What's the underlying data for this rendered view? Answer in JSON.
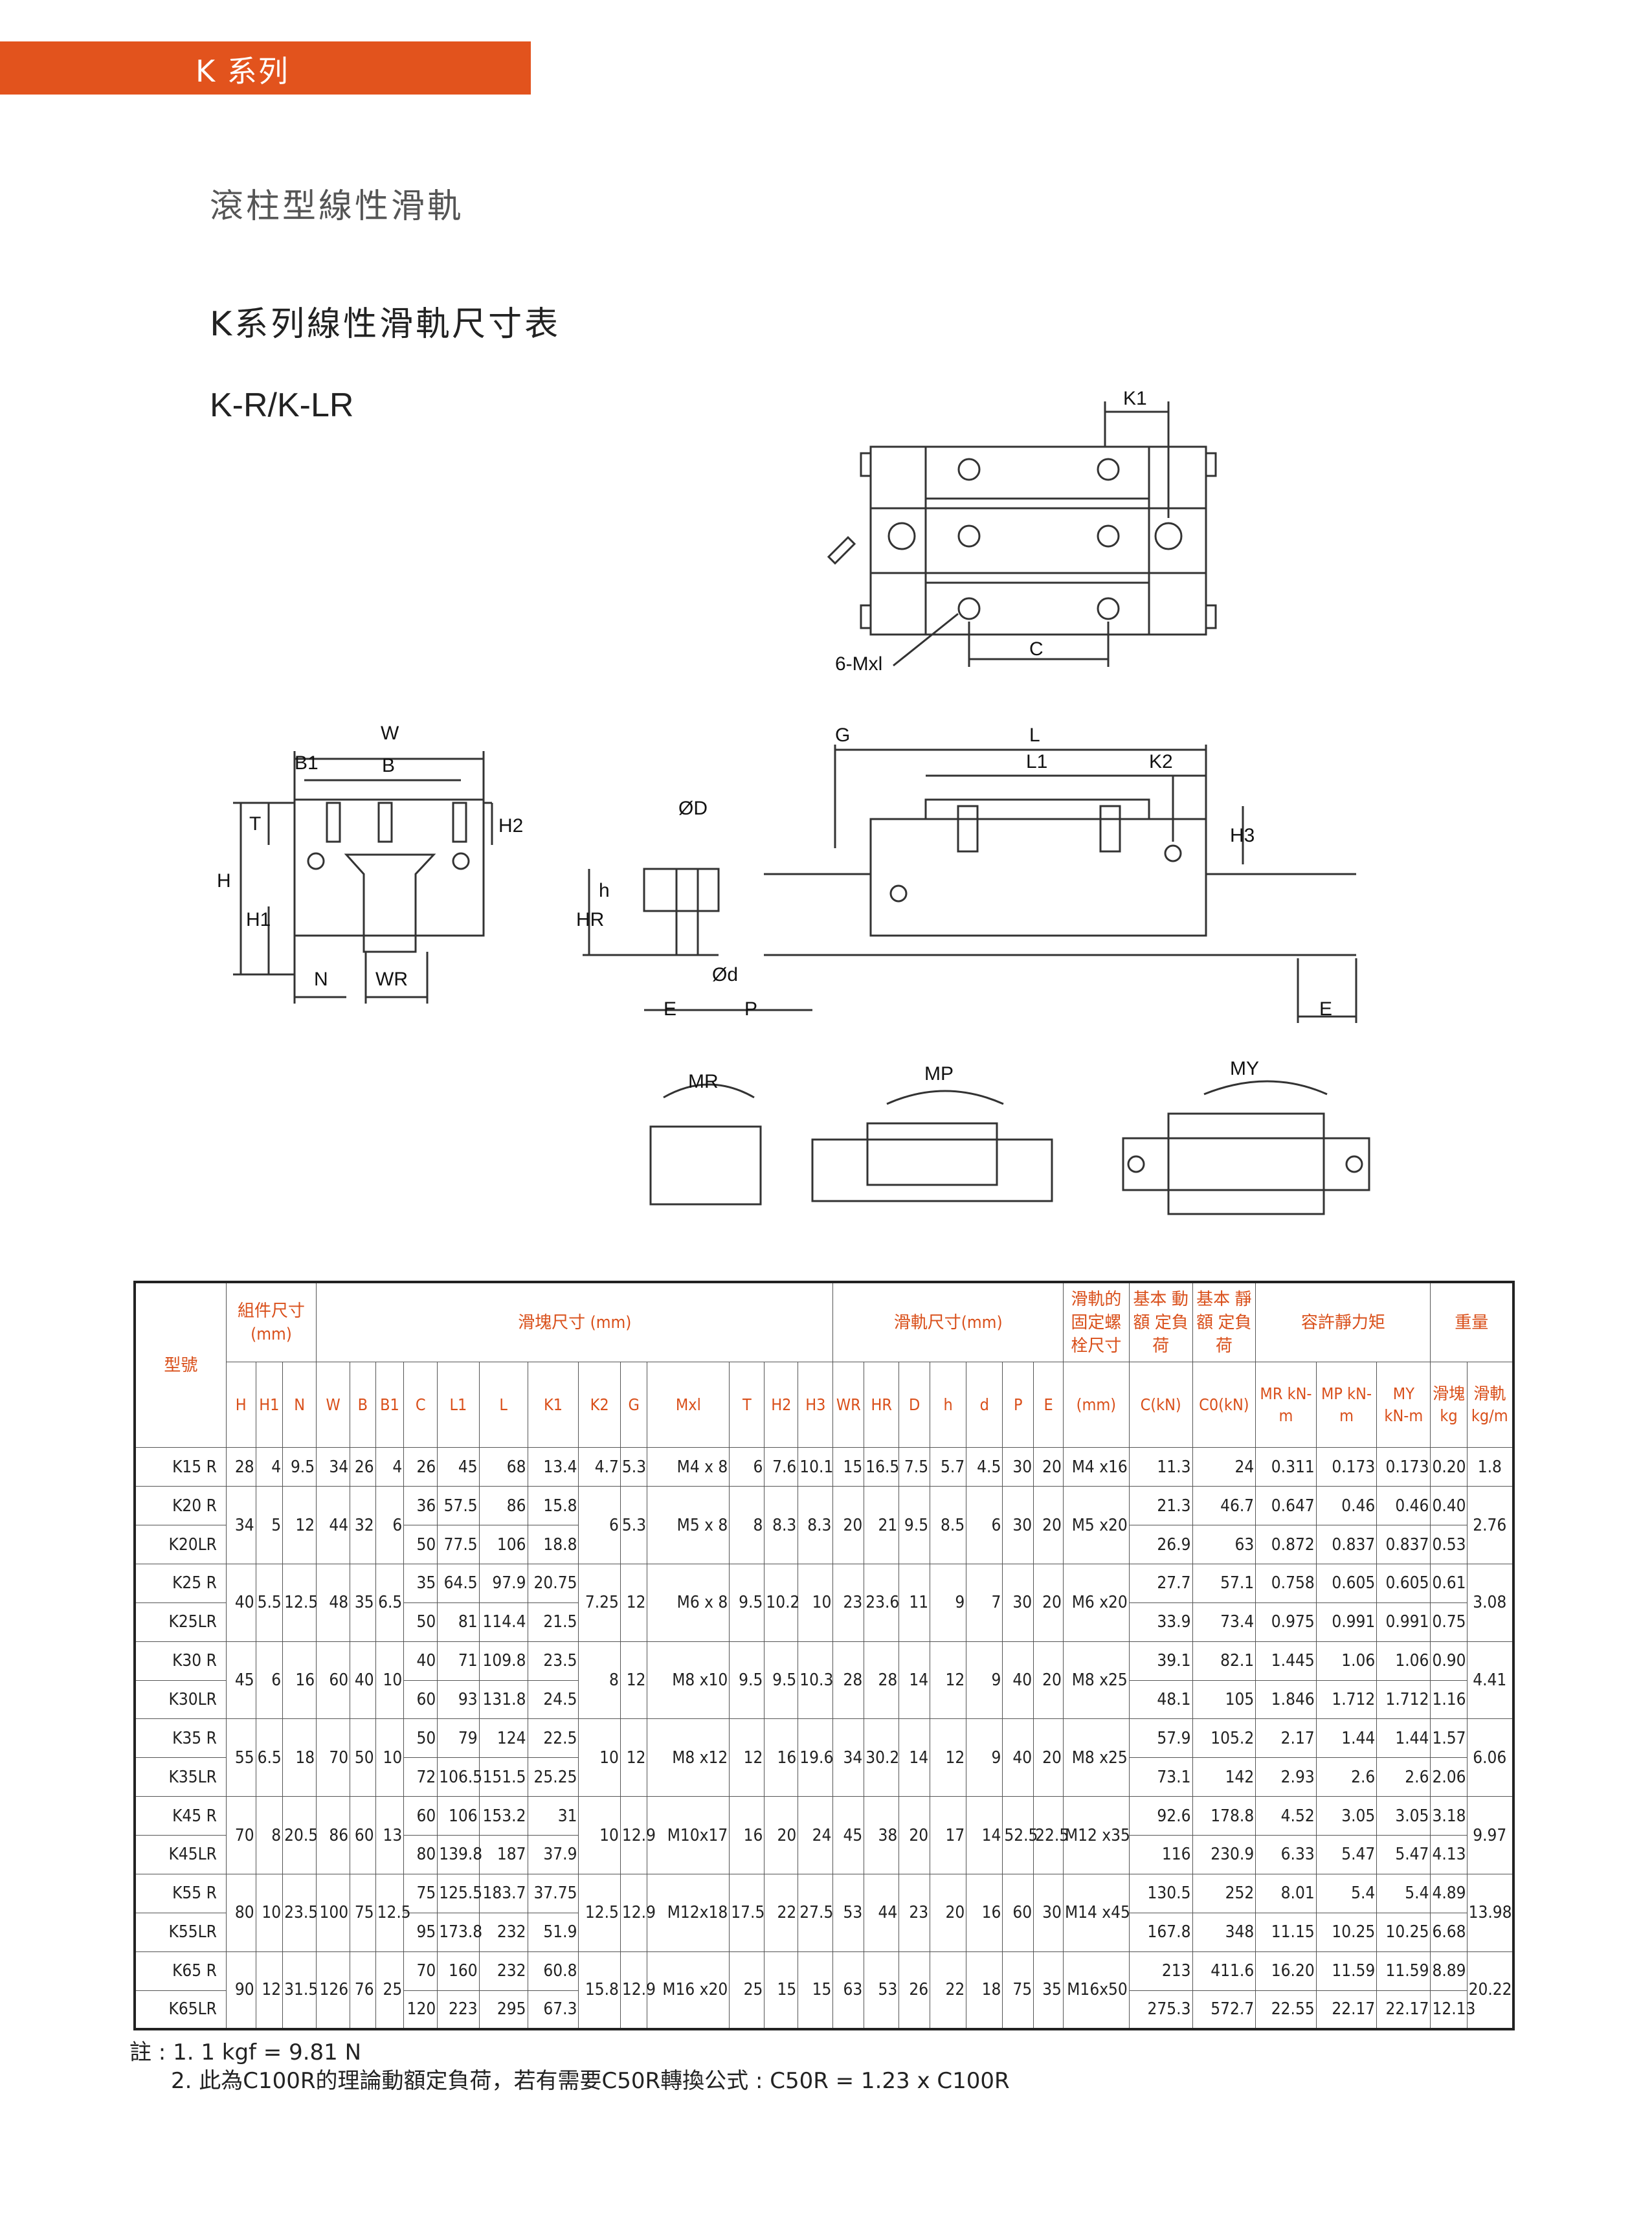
{
  "header": {
    "series_tag": "K 系列"
  },
  "subtitle_category": "滾柱型線性滑軌",
  "table_title": "K系列線性滑軌尺寸表",
  "model_code": "K-R/K-LR",
  "drawing_labels": {
    "k1": "K1",
    "six_mxl": "6-Mxl",
    "c": "C",
    "w": "W",
    "b1": "B1",
    "b": "B",
    "t": "T",
    "h2": "H2",
    "h": "H",
    "h1": "H1",
    "n": "N",
    "wr": "WR",
    "od": "ØD",
    "small_h": "h",
    "hr": "HR",
    "od_small": "Ød",
    "e": "E",
    "p": "P",
    "g": "G",
    "l": "L",
    "l1": "L1",
    "k2": "K2",
    "h3": "H3",
    "e_right": "E",
    "mr": "MR",
    "mp": "MP",
    "my": "MY"
  },
  "table": {
    "group_headers": {
      "model": "型號",
      "assembly": "組件尺寸 (mm)",
      "block": "滑塊尺寸 (mm)",
      "rail": "滑軌尺寸(mm)",
      "bolt": "滑軌的 固定螺 栓尺寸",
      "dynamic": "基本 動額 定負荷",
      "static": "基本 靜額 定負荷",
      "moment": "容許靜力矩",
      "weight": "重量"
    },
    "columns": [
      "H",
      "H1",
      "N",
      "W",
      "B",
      "B1",
      "C",
      "L1",
      "L",
      "K1",
      "K2",
      "G",
      "Mxl",
      "T",
      "H2",
      "H3",
      "WR",
      "HR",
      "D",
      "h",
      "d",
      "P",
      "E",
      "(mm)",
      "C(kN)",
      "C0(kN)",
      "MR kN-m",
      "MP kN-m",
      "MY kN-m",
      "滑塊 kg",
      "滑軌 kg/m"
    ],
    "rows": [
      {
        "pair": [
          "K15 R"
        ],
        "shared": [
          "28",
          "4",
          "9.5",
          "34",
          "26",
          "4"
        ],
        "block": [
          [
            "26",
            "45",
            "68",
            "13.4"
          ]
        ],
        "common": [
          "4.7",
          "5.3",
          "M4 x 8",
          "6",
          "7.6",
          "10.1",
          "15",
          "16.5",
          "7.5",
          "5.7",
          "4.5",
          "30",
          "20",
          "M4 x16"
        ],
        "load": [
          [
            "11.3",
            "24",
            "0.311",
            "0.173",
            "0.173",
            "0.20"
          ]
        ],
        "rail_kg": "1.8"
      },
      {
        "pair": [
          "K20 R",
          "K20LR"
        ],
        "shared": [
          "34",
          "5",
          "12",
          "44",
          "32",
          "6"
        ],
        "block": [
          [
            "36",
            "57.5",
            "86",
            "15.8"
          ],
          [
            "50",
            "77.5",
            "106",
            "18.8"
          ]
        ],
        "common": [
          "6",
          "5.3",
          "M5 x 8",
          "8",
          "8.3",
          "8.3",
          "20",
          "21",
          "9.5",
          "8.5",
          "6",
          "30",
          "20",
          "M5 x20"
        ],
        "load": [
          [
            "21.3",
            "46.7",
            "0.647",
            "0.46",
            "0.46",
            "0.40"
          ],
          [
            "26.9",
            "63",
            "0.872",
            "0.837",
            "0.837",
            "0.53"
          ]
        ],
        "rail_kg": "2.76"
      },
      {
        "pair": [
          "K25 R",
          "K25LR"
        ],
        "shared": [
          "40",
          "5.5",
          "12.5",
          "48",
          "35",
          "6.5"
        ],
        "block": [
          [
            "35",
            "64.5",
            "97.9",
            "20.75"
          ],
          [
            "50",
            "81",
            "114.4",
            "21.5"
          ]
        ],
        "common": [
          "7.25",
          "12",
          "M6 x 8",
          "9.5",
          "10.2",
          "10",
          "23",
          "23.6",
          "11",
          "9",
          "7",
          "30",
          "20",
          "M6 x20"
        ],
        "load": [
          [
            "27.7",
            "57.1",
            "0.758",
            "0.605",
            "0.605",
            "0.61"
          ],
          [
            "33.9",
            "73.4",
            "0.975",
            "0.991",
            "0.991",
            "0.75"
          ]
        ],
        "rail_kg": "3.08"
      },
      {
        "pair": [
          "K30 R",
          "K30LR"
        ],
        "shared": [
          "45",
          "6",
          "16",
          "60",
          "40",
          "10"
        ],
        "block": [
          [
            "40",
            "71",
            "109.8",
            "23.5"
          ],
          [
            "60",
            "93",
            "131.8",
            "24.5"
          ]
        ],
        "common": [
          "8",
          "12",
          "M8 x10",
          "9.5",
          "9.5",
          "10.3",
          "28",
          "28",
          "14",
          "12",
          "9",
          "40",
          "20",
          "M8 x25"
        ],
        "load": [
          [
            "39.1",
            "82.1",
            "1.445",
            "1.06",
            "1.06",
            "0.90"
          ],
          [
            "48.1",
            "105",
            "1.846",
            "1.712",
            "1.712",
            "1.16"
          ]
        ],
        "rail_kg": "4.41"
      },
      {
        "pair": [
          "K35 R",
          "K35LR"
        ],
        "shared": [
          "55",
          "6.5",
          "18",
          "70",
          "50",
          "10"
        ],
        "block": [
          [
            "50",
            "79",
            "124",
            "22.5"
          ],
          [
            "72",
            "106.5",
            "151.5",
            "25.25"
          ]
        ],
        "common": [
          "10",
          "12",
          "M8 x12",
          "12",
          "16",
          "19.6",
          "34",
          "30.2",
          "14",
          "12",
          "9",
          "40",
          "20",
          "M8 x25"
        ],
        "load": [
          [
            "57.9",
            "105.2",
            "2.17",
            "1.44",
            "1.44",
            "1.57"
          ],
          [
            "73.1",
            "142",
            "2.93",
            "2.6",
            "2.6",
            "2.06"
          ]
        ],
        "rail_kg": "6.06"
      },
      {
        "pair": [
          "K45 R",
          "K45LR"
        ],
        "shared": [
          "70",
          "8",
          "20.5",
          "86",
          "60",
          "13"
        ],
        "block": [
          [
            "60",
            "106",
            "153.2",
            "31"
          ],
          [
            "80",
            "139.8",
            "187",
            "37.9"
          ]
        ],
        "common": [
          "10",
          "12.9",
          "M10x17",
          "16",
          "20",
          "24",
          "45",
          "38",
          "20",
          "17",
          "14",
          "52.5",
          "22.5",
          "M12 x35"
        ],
        "load": [
          [
            "92.6",
            "178.8",
            "4.52",
            "3.05",
            "3.05",
            "3.18"
          ],
          [
            "116",
            "230.9",
            "6.33",
            "5.47",
            "5.47",
            "4.13"
          ]
        ],
        "rail_kg": "9.97"
      },
      {
        "pair": [
          "K55 R",
          "K55LR"
        ],
        "shared": [
          "80",
          "10",
          "23.5",
          "100",
          "75",
          "12.5"
        ],
        "block": [
          [
            "75",
            "125.5",
            "183.7",
            "37.75"
          ],
          [
            "95",
            "173.8",
            "232",
            "51.9"
          ]
        ],
        "common": [
          "12.5",
          "12.9",
          "M12x18",
          "17.5",
          "22",
          "27.5",
          "53",
          "44",
          "23",
          "20",
          "16",
          "60",
          "30",
          "M14 x45"
        ],
        "load": [
          [
            "130.5",
            "252",
            "8.01",
            "5.4",
            "5.4",
            "4.89"
          ],
          [
            "167.8",
            "348",
            "11.15",
            "10.25",
            "10.25",
            "6.68"
          ]
        ],
        "rail_kg": "13.98"
      },
      {
        "pair": [
          "K65 R",
          "K65LR"
        ],
        "shared": [
          "90",
          "12",
          "31.5",
          "126",
          "76",
          "25"
        ],
        "block": [
          [
            "70",
            "160",
            "232",
            "60.8"
          ],
          [
            "120",
            "223",
            "295",
            "67.3"
          ]
        ],
        "common": [
          "15.8",
          "12.9",
          "M16 x20",
          "25",
          "15",
          "15",
          "63",
          "53",
          "26",
          "22",
          "18",
          "75",
          "35",
          "M16x50"
        ],
        "load": [
          [
            "213",
            "411.6",
            "16.20",
            "11.59",
            "11.59",
            "8.89"
          ],
          [
            "275.3",
            "572.7",
            "22.55",
            "22.17",
            "22.17",
            "12.13"
          ]
        ],
        "rail_kg": "20.22"
      }
    ]
  },
  "notes": {
    "line1": "註 : 1. 1 kgf = 9.81 N",
    "line2": "2. 此為C100R的理論動額定負荷，若有需要C50R轉換公式 : C50R = 1.23 x C100R"
  }
}
